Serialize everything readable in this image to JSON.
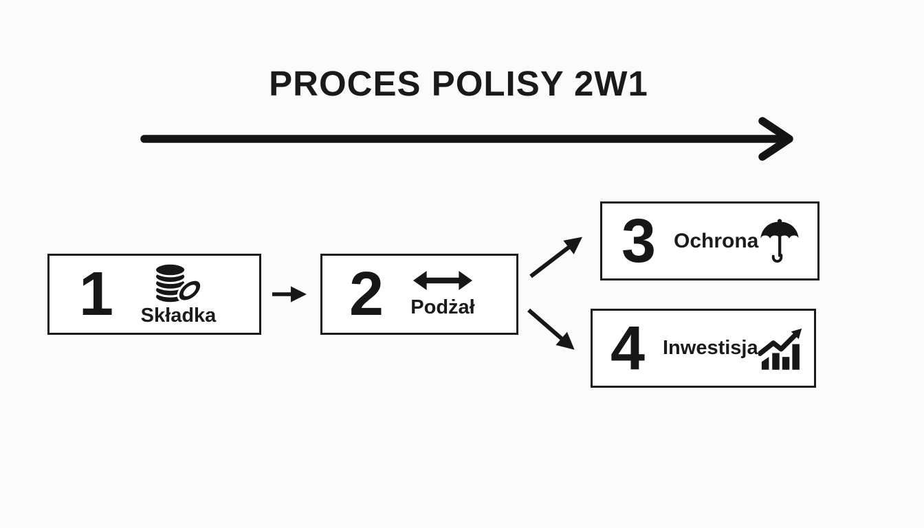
{
  "title": "PROCES POLISY 2W1",
  "steps": [
    {
      "number": "1",
      "label": "Składka",
      "icon": "coins-icon"
    },
    {
      "number": "2",
      "label": "Podżał",
      "icon": "double-arrow-icon"
    },
    {
      "number": "3",
      "label": "Ochrona",
      "icon": "umbrella-icon"
    },
    {
      "number": "4",
      "label": "Inwestisja",
      "icon": "chart-up-icon"
    }
  ],
  "connectors": [
    "main-flow-arrow",
    "arrow-step1-to-step2",
    "arrow-step2-to-step3",
    "arrow-step2-to-step4"
  ],
  "colors": {
    "background": "#fbfbfb",
    "ink": "#171717",
    "box_background": "#ffffff",
    "box_border": "#1b1b1b"
  }
}
